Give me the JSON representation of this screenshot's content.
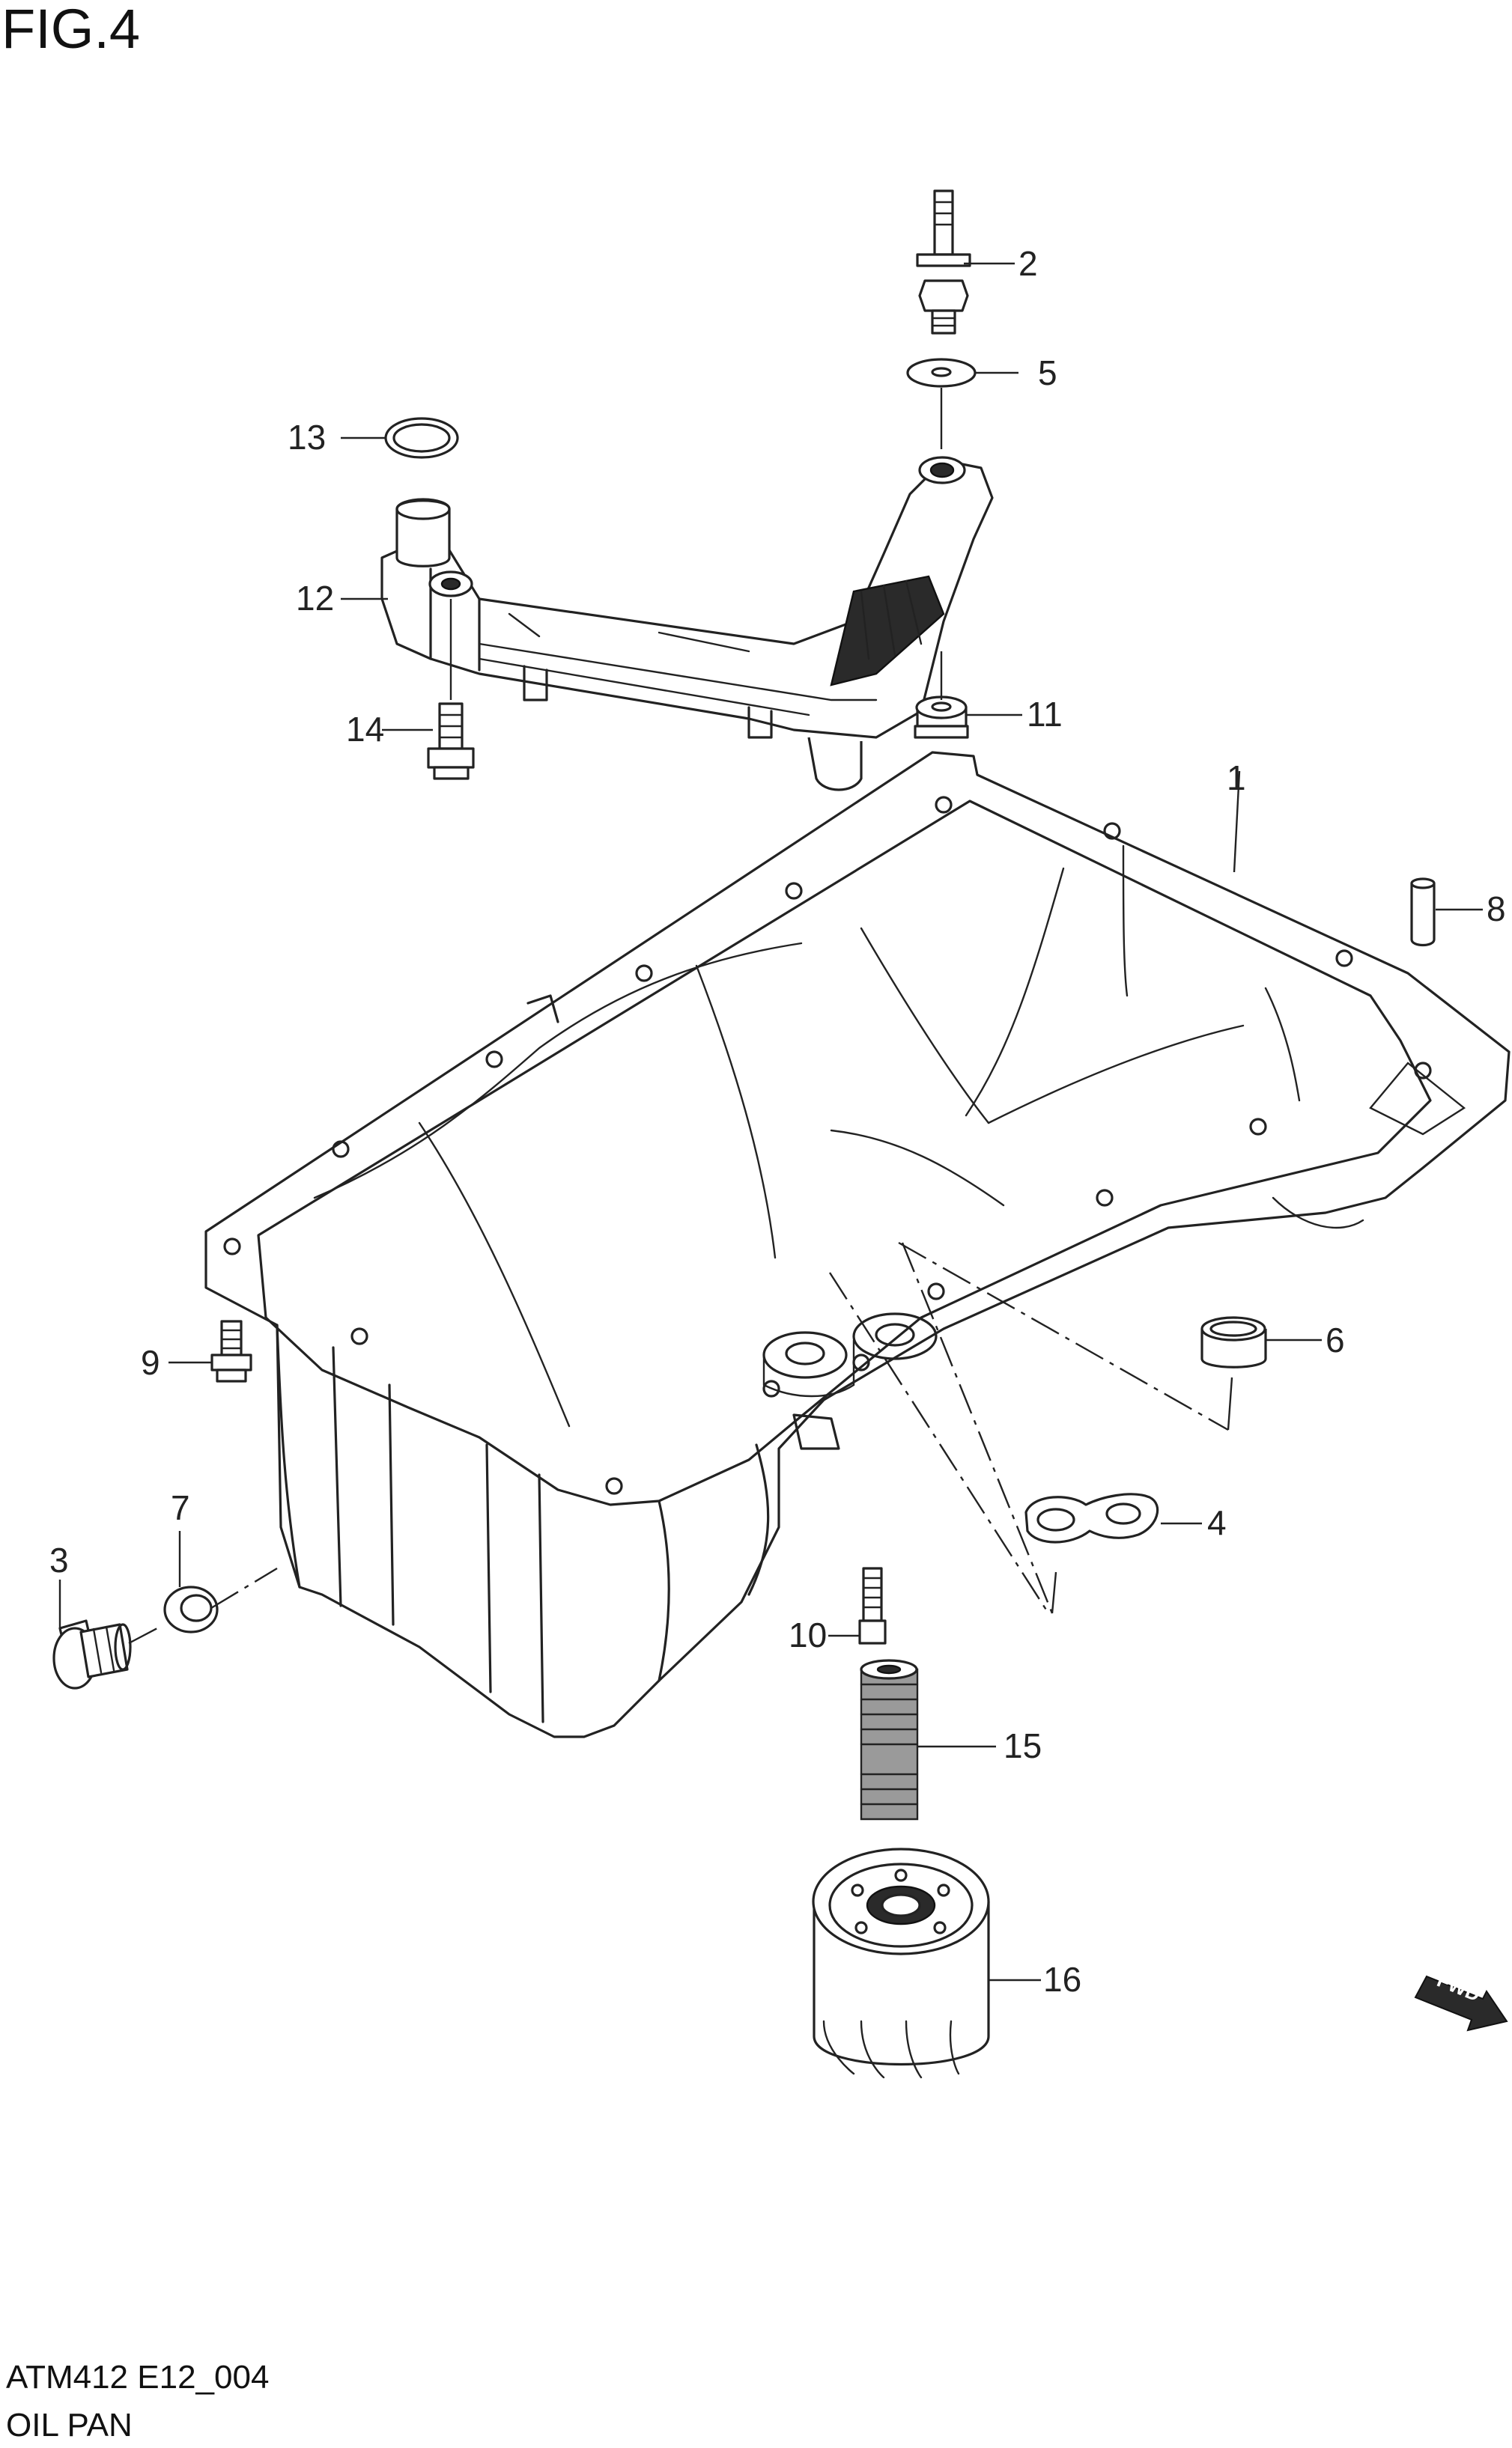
{
  "figure": {
    "title": "FIG.4"
  },
  "callouts": {
    "c1": "1",
    "c2": "2",
    "c3": "3",
    "c4": "4",
    "c5": "5",
    "c6": "6",
    "c7": "7",
    "c8": "8",
    "c9": "9",
    "c10": "10",
    "c11": "11",
    "c12": "12",
    "c13": "13",
    "c14": "14",
    "c15": "15",
    "c16": "16"
  },
  "fwd_label": "FWD",
  "footer": {
    "code": "ATM412 E12_004",
    "name": "OIL PAN"
  }
}
